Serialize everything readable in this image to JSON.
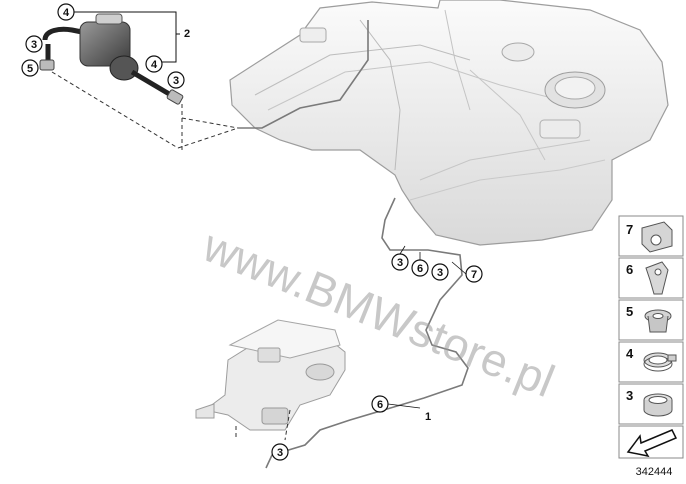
{
  "diagram": {
    "callouts": [
      {
        "id": "c4a",
        "label": "4"
      },
      {
        "id": "c3a",
        "label": "3"
      },
      {
        "id": "c5a",
        "label": "5"
      },
      {
        "id": "c4b",
        "label": "4"
      },
      {
        "id": "c3b",
        "label": "3"
      },
      {
        "id": "c3c",
        "label": "3"
      },
      {
        "id": "c6a",
        "label": "6"
      },
      {
        "id": "c3d",
        "label": "3"
      },
      {
        "id": "c7a",
        "label": "7"
      },
      {
        "id": "c6b",
        "label": "6"
      },
      {
        "id": "c3e",
        "label": "3"
      }
    ],
    "plain_labels": {
      "assembly": "2",
      "line": "1"
    },
    "legend": [
      {
        "number": "7",
        "part": "clip-block"
      },
      {
        "number": "6",
        "part": "pipe-clip"
      },
      {
        "number": "5",
        "part": "grommet"
      },
      {
        "number": "4",
        "part": "hose-clamp"
      },
      {
        "number": "3",
        "part": "spring-clamp"
      }
    ],
    "diagram_number": "342444",
    "watermark": "www.BMWstore.pl"
  }
}
